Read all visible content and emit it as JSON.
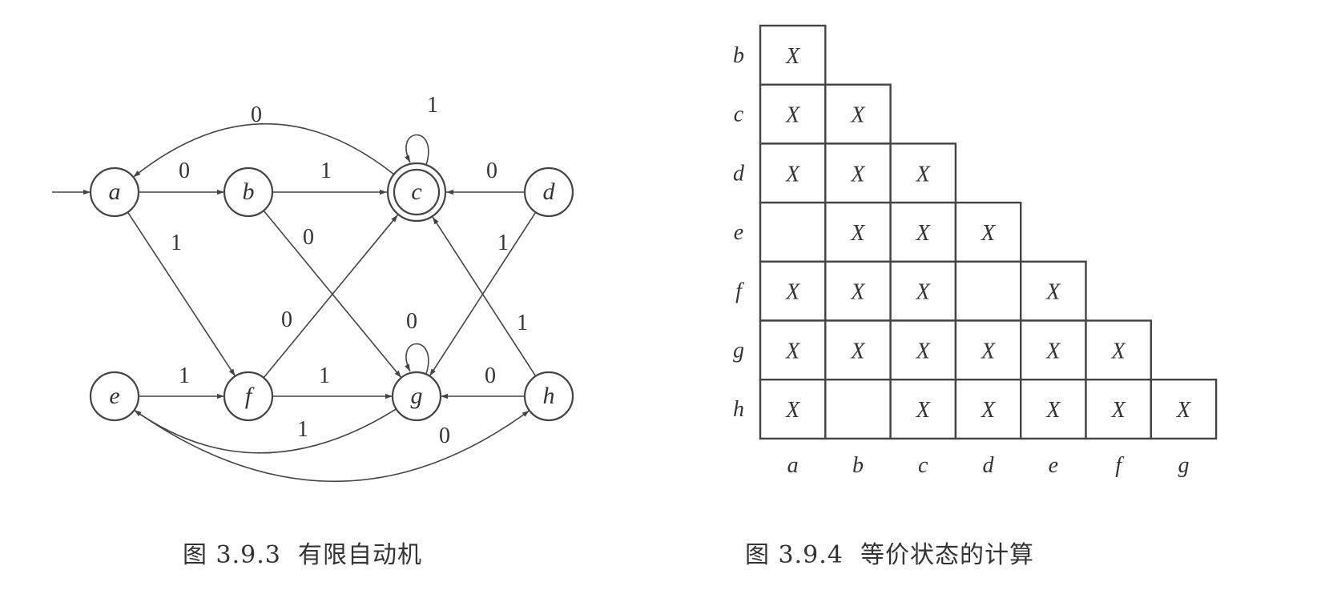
{
  "automaton": {
    "caption": "图 3.9.3  有限自动机",
    "start_state": "a",
    "accept_states": [
      "c"
    ],
    "states": [
      "a",
      "b",
      "c",
      "d",
      "e",
      "f",
      "g",
      "h"
    ],
    "transitions": [
      {
        "from": "a",
        "to": "b",
        "label": "0"
      },
      {
        "from": "a",
        "to": "f",
        "label": "1"
      },
      {
        "from": "b",
        "to": "c",
        "label": "1"
      },
      {
        "from": "b",
        "to": "g",
        "label": "0"
      },
      {
        "from": "c",
        "to": "a",
        "label": "0"
      },
      {
        "from": "c",
        "to": "c",
        "label": "1"
      },
      {
        "from": "d",
        "to": "c",
        "label": "0"
      },
      {
        "from": "d",
        "to": "g",
        "label": "1"
      },
      {
        "from": "e",
        "to": "f",
        "label": "1"
      },
      {
        "from": "e",
        "to": "h",
        "label": "0"
      },
      {
        "from": "f",
        "to": "c",
        "label": "0"
      },
      {
        "from": "f",
        "to": "g",
        "label": "1"
      },
      {
        "from": "g",
        "to": "g",
        "label": "0"
      },
      {
        "from": "g",
        "to": "e",
        "label": "1"
      },
      {
        "from": "h",
        "to": "g",
        "label": "0"
      },
      {
        "from": "h",
        "to": "c",
        "label": "1"
      }
    ]
  },
  "table": {
    "caption": "图 3.9.4  等价状态的计算",
    "row_labels": [
      "b",
      "c",
      "d",
      "e",
      "f",
      "g",
      "h"
    ],
    "col_labels": [
      "a",
      "b",
      "c",
      "d",
      "e",
      "f",
      "g"
    ],
    "mark": "X",
    "cells": [
      [
        "X"
      ],
      [
        "X",
        "X"
      ],
      [
        "X",
        "X",
        "X"
      ],
      [
        "",
        "X",
        "X",
        "X"
      ],
      [
        "X",
        "X",
        "X",
        "",
        "X"
      ],
      [
        "X",
        "X",
        "X",
        "X",
        "X",
        "X"
      ],
      [
        "X",
        "",
        "X",
        "X",
        "X",
        "X",
        "X"
      ]
    ]
  }
}
